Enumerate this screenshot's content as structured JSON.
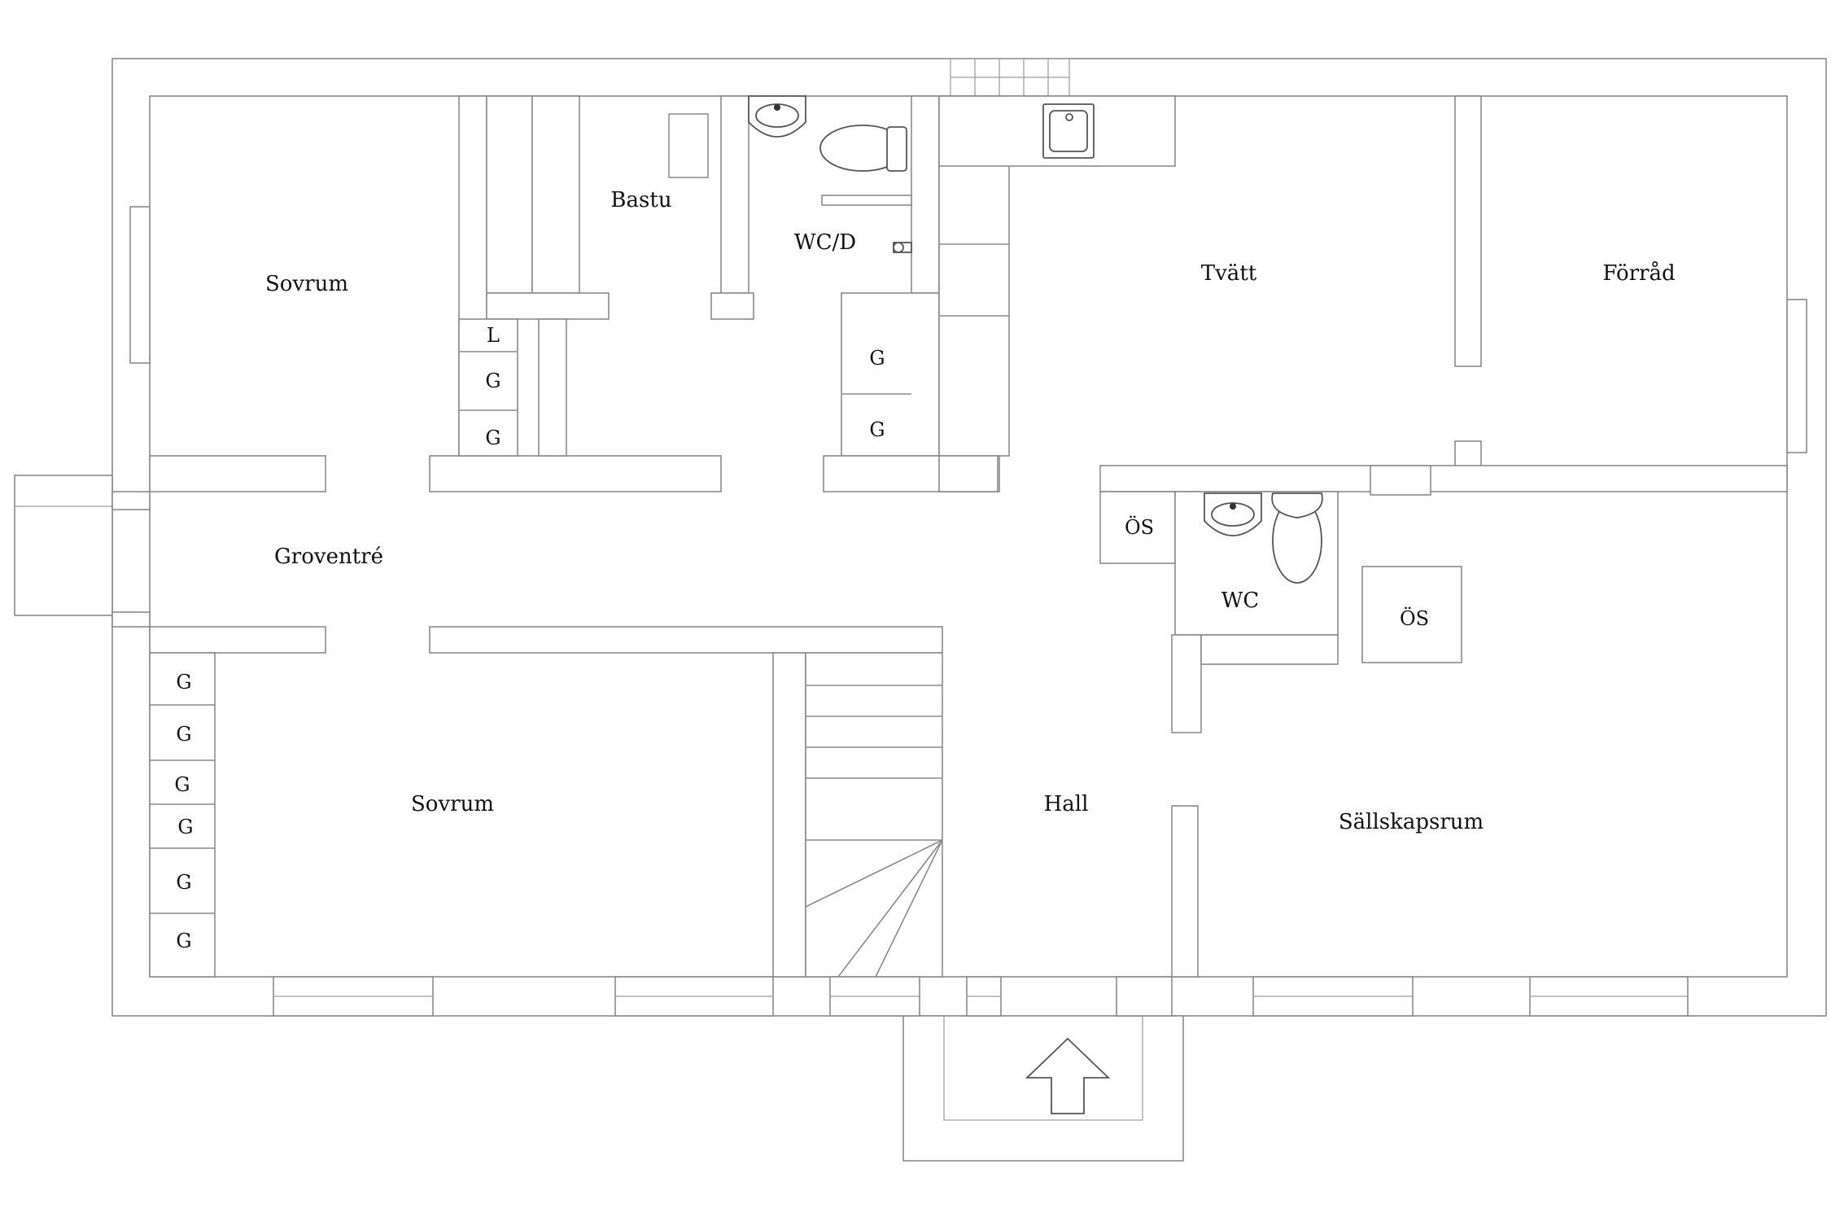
{
  "rooms": {
    "sovrum_top": "Sovrum",
    "bastu": "Bastu",
    "wcd": "WC/D",
    "tvatt": "Tvätt",
    "forrad": "Förråd",
    "groventre": "Groventré",
    "sovrum_bottom": "Sovrum",
    "hall": "Hall",
    "wc": "WC",
    "sallskapsrum": "Sällskapsrum"
  },
  "storage": {
    "l": "L",
    "g": "G",
    "os": "ÖS"
  },
  "colors": {
    "wall": "#8a8a8a",
    "fixture": "#555555",
    "text": "#111111"
  },
  "icons": [
    "entrance-arrow-icon",
    "sink-icon",
    "toilet-icon",
    "laundry-sink-icon",
    "shower-tap-icon"
  ]
}
